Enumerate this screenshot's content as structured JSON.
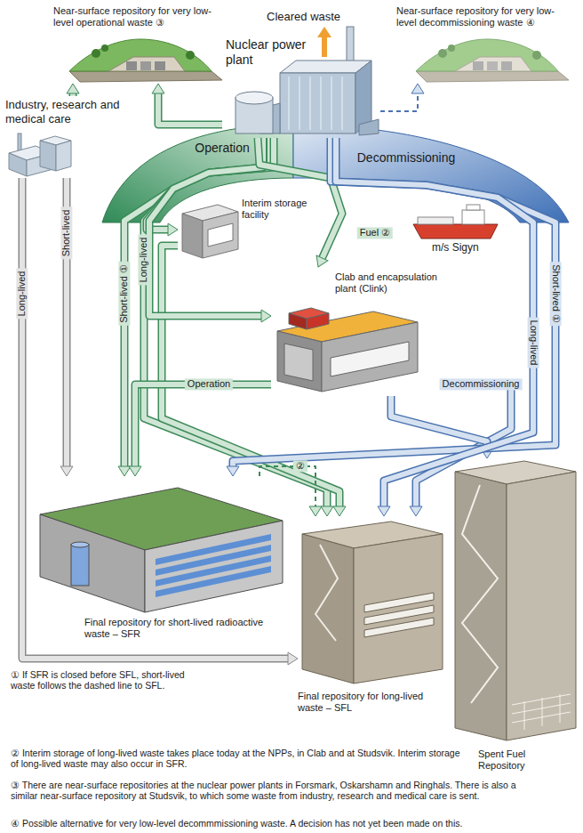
{
  "diagram": {
    "nodes": [
      {
        "text": [
          "Near-surface repository for very low-level operational waste ③"
        ]
      },
      {
        "text": [
          "Nuclear power plant"
        ]
      },
      {
        "text": [
          "Near-surface repository for very low-level decommissioning waste ④"
        ]
      },
      {
        "text": [
          "Industry, research and medical care"
        ]
      },
      {
        "text": [
          "Interim storage facility"
        ]
      },
      {
        "text": [
          "Clab and encapsulation plant (Clink)"
        ]
      },
      {
        "text": [
          "Final repository for short-lived radioactive waste – SFR"
        ]
      },
      {
        "text": [
          "Final repository for long-lived waste – SFL"
        ]
      },
      {
        "text": [
          "Spent Fuel Repository"
        ]
      }
    ],
    "edges": [
      {
        "from": 3,
        "to": 0,
        "arrow": "to"
      },
      {
        "from": 1,
        "to": 0,
        "arrow": "to"
      },
      {
        "from": 1,
        "to": 2,
        "arrow": "to"
      },
      {
        "from": 3,
        "to": 6,
        "label": "Short-lived",
        "arrow": "to"
      },
      {
        "from": 3,
        "to": 7,
        "label": "Long-lived",
        "arrow": "to"
      },
      {
        "from": 1,
        "to": 6,
        "label": "Short-lived ①",
        "arrow": "to"
      },
      {
        "from": 1,
        "to": 7,
        "label": "Long-lived",
        "arrow": "to"
      },
      {
        "from": 1,
        "to": 4,
        "arrow": "to"
      },
      {
        "from": 4,
        "to": 7,
        "arrow": "to"
      },
      {
        "from": 1,
        "to": 5,
        "arrow": "to"
      },
      {
        "from": 1,
        "to": 5,
        "label": "Fuel ②",
        "arrow": "to"
      },
      {
        "from": 5,
        "to": 6,
        "label": "Operation",
        "arrow": "to"
      },
      {
        "from": 5,
        "to": 7,
        "label": "Decommissioning",
        "arrow": "to"
      },
      {
        "from": 5,
        "to": 8,
        "arrow": "to"
      },
      {
        "from": 1,
        "to": 6,
        "label": "Short-lived ①",
        "arrow": "to"
      },
      {
        "from": 1,
        "to": 7,
        "label": "Long-lived",
        "arrow": "to"
      },
      {
        "from": 6,
        "to": 7,
        "label": "②",
        "arrow": "to"
      }
    ],
    "labels": [
      "Cleared waste",
      "Operation",
      "Decommissioning",
      "m/s Sigyn",
      "① If SFR is closed before SFL, short-lived waste follows the dashed line to SFL.",
      "② Interim storage of long-lived waste takes place today at the NPPs, in Clab and at Studsvik. Interim storage of long-lived waste may also occur in SFR.",
      "③ There are near-surface repositories at the nuclear power plants in Forsmark, Oskarshamn and Ringhals. There is also a similar near-surface repository at Studsvik, to which some waste from industry, research and medical care is sent.",
      "④ Possible alternative for very low-level decommmissioning waste. A decision has not yet been made on this."
    ]
  }
}
